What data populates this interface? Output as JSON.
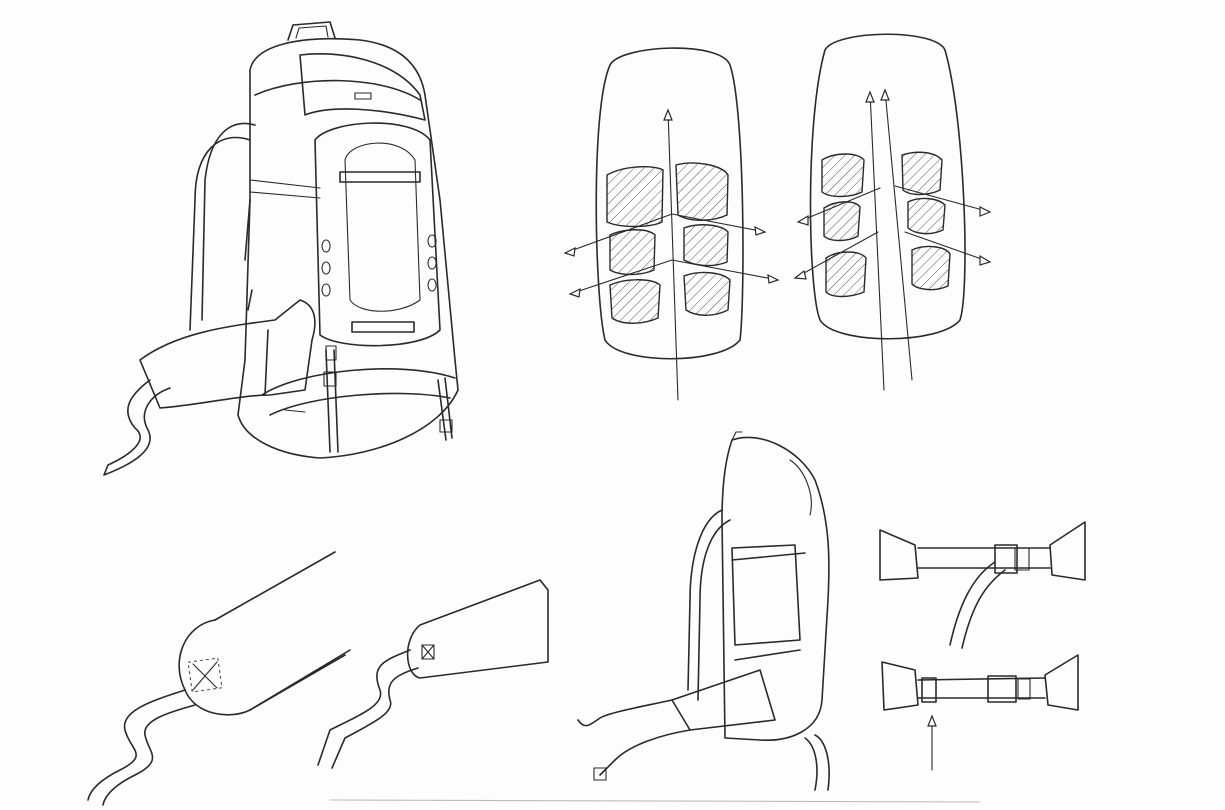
{
  "image": {
    "kind": "pencil sketch sheet",
    "colors": {
      "paper": "#fdfdfd",
      "ink": "#2a2a2a"
    },
    "sketches": [
      "backpack-three-quarter-view",
      "back-panel-load-arrows-single-spine",
      "back-panel-load-arrows-double-spine",
      "shoulder-strap-detail-round",
      "shoulder-strap-detail-angled",
      "backpack-side-view",
      "hip-belt-buckle-detail-top",
      "hip-belt-buckle-detail-bottom"
    ]
  }
}
